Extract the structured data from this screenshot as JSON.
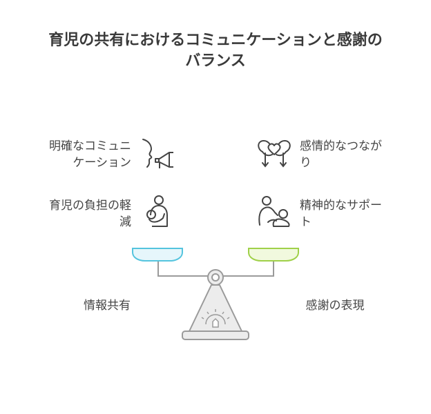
{
  "title": {
    "line1": "育児の共有におけるコミュニケーションと感謝の",
    "line2": "バランス"
  },
  "left": {
    "item1": {
      "line1": "明確なコミュニ",
      "line2": "ケーション",
      "icon": "speaking-megaphone-icon"
    },
    "item2": {
      "line1": "育児の負担の軽",
      "line2": "減",
      "icon": "parent-holding-baby-icon"
    },
    "base": "情報共有"
  },
  "right": {
    "item1": {
      "line1": "感情的なつなが",
      "line2": "り",
      "icon": "heart-connection-icon"
    },
    "item2": {
      "line1": "精神的なサポー",
      "line2": "ト",
      "icon": "comforting-person-icon"
    },
    "base": "感謝の表現"
  },
  "colors": {
    "left_pan": "#e6f6fb",
    "left_pan_stroke": "#54c4de",
    "right_pan": "#f1f9de",
    "right_pan_stroke": "#9fd048",
    "scale_stroke": "#9a9a9a",
    "scale_fill": "#ececec"
  }
}
